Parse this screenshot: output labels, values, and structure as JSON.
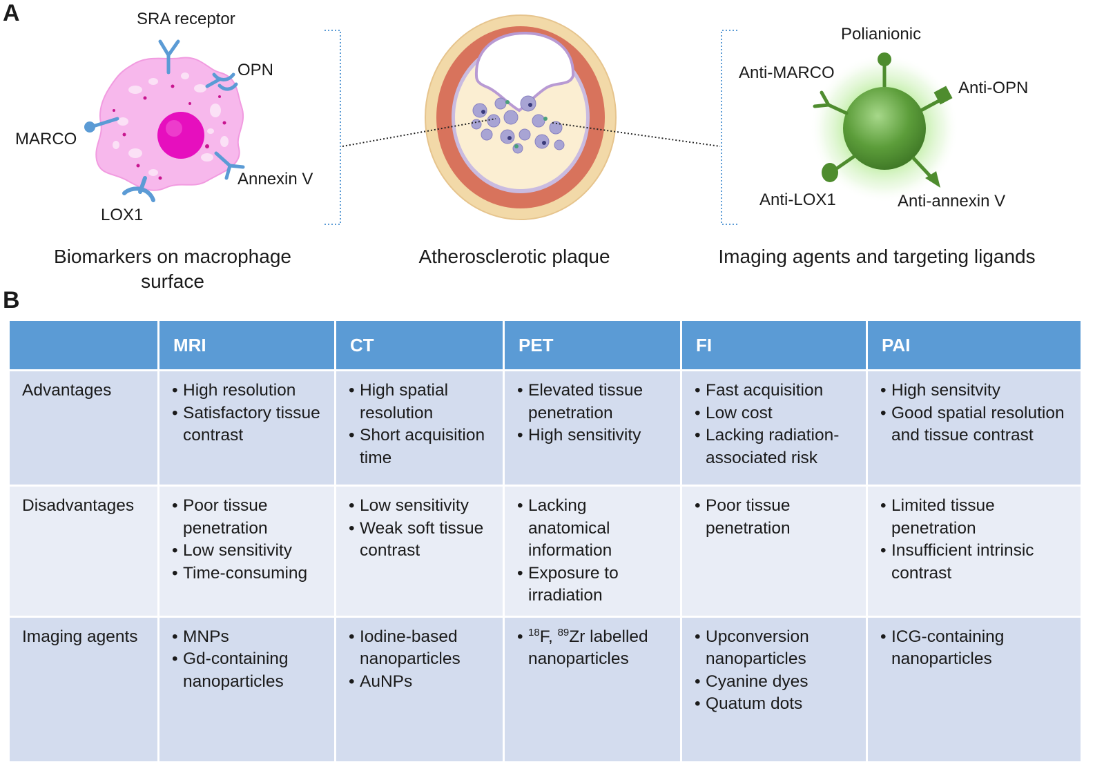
{
  "panel_a": {
    "letter": "A",
    "macrophage": {
      "labels": {
        "sra": "SRA receptor",
        "opn": "OPN",
        "marco": "MARCO",
        "annexin": "Annexin V",
        "lox1": "LOX1"
      },
      "caption_line1": "Biomarkers on macrophage",
      "caption_line2": "surface"
    },
    "plaque": {
      "caption": "Atherosclerotic plaque"
    },
    "nanoparticle": {
      "labels": {
        "polianionic": "Polianionic",
        "anti_marco": "Anti-MARCO",
        "anti_opn": "Anti-OPN",
        "anti_lox1": "Anti-LOX1",
        "anti_annexin": "Anti-annexin V"
      },
      "caption": "Imaging agents and targeting ligands"
    }
  },
  "panel_b": {
    "letter": "B",
    "header": [
      "",
      "MRI",
      "CT",
      "PET",
      "FI",
      "PAI"
    ],
    "rows": [
      {
        "label": "Advantages",
        "cells": [
          [
            "High resolution",
            "Satisfactory tissue contrast"
          ],
          [
            "High spatial resolution",
            "Short acquisition time"
          ],
          [
            "Elevated tissue penetration",
            "High sensitivity"
          ],
          [
            "Fast acquisition",
            "Low cost",
            "Lacking radiation-associated risk"
          ],
          [
            "High sensitvity",
            "Good spatial resolution and tissue contrast"
          ]
        ]
      },
      {
        "label": "Disadvantages",
        "cells": [
          [
            "Poor tissue penetration",
            "Low sensitivity",
            "Time-consuming"
          ],
          [
            "Low sensitivity",
            "Weak soft tissue contrast"
          ],
          [
            "Lacking anatomical information",
            "Exposure to irradiation"
          ],
          [
            "Poor tissue penetration"
          ],
          [
            "Limited tissue penetration",
            "Insufficient intrinsic contrast"
          ]
        ]
      },
      {
        "label": "Imaging agents",
        "cells": [
          [
            "MNPs",
            "Gd-containing nanoparticles"
          ],
          [
            "Iodine-based nanoparticles",
            "AuNPs"
          ],
          [
            {
              "sup1": "18",
              "t1": "F, ",
              "sup2": "89",
              "t2": "Zr labelled nanoparticles"
            }
          ],
          [
            "Upconversion nanoparticles",
            "Cyanine dyes",
            "Quatum dots"
          ],
          [
            "ICG-containing nanoparticles"
          ]
        ]
      }
    ]
  },
  "colors": {
    "header_blue": "#5b9bd5",
    "row_dark": "#d3dcee",
    "row_light": "#e9edf6",
    "receptor_blue": "#5b9bd5",
    "cell_pink": "#f7b8ec",
    "nucleus_magenta": "#e60fbe",
    "nanoparticle_green": "#4e8c2e",
    "vessel_red": "#d8735c"
  }
}
